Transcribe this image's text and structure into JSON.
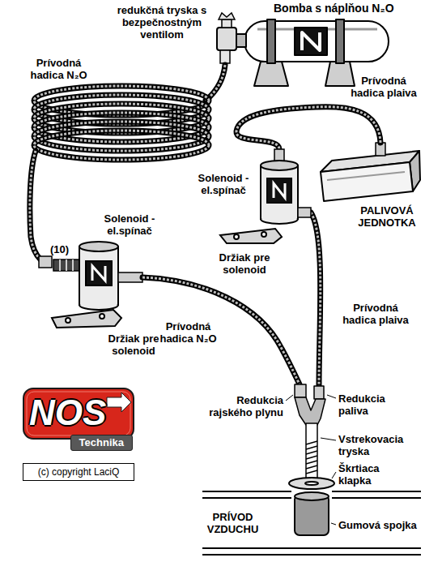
{
  "diagram": {
    "nodes": [
      {
        "text": [
          "NOS",
          "Technika"
        ]
      },
      {
        "text": [
          "(c) copyright LaciQ"
        ]
      }
    ],
    "labels": [
      "redukčná tryska s bezpečnostným ventilom",
      "Bomba s náplňou N₂O",
      "Prívodná hadica N₂O",
      "Prívodná hadica plaiva",
      "Solenoid - el.spínač",
      "PALIVOVÁ JEDNOTKA",
      "Solenoid - el.spínač",
      "Držiak pre solenoid",
      "(10)",
      "Prívodná hadica plaiva",
      "Prívodná hadica N₂O",
      "Držiak pre solenoid",
      "Redukcia rajského plynu",
      "Redukcia paliva",
      "Vstrekovacia tryska",
      "Škrtiaca klapka",
      "PRÍVOD VZDUCHU",
      "Gumová spojka"
    ]
  }
}
